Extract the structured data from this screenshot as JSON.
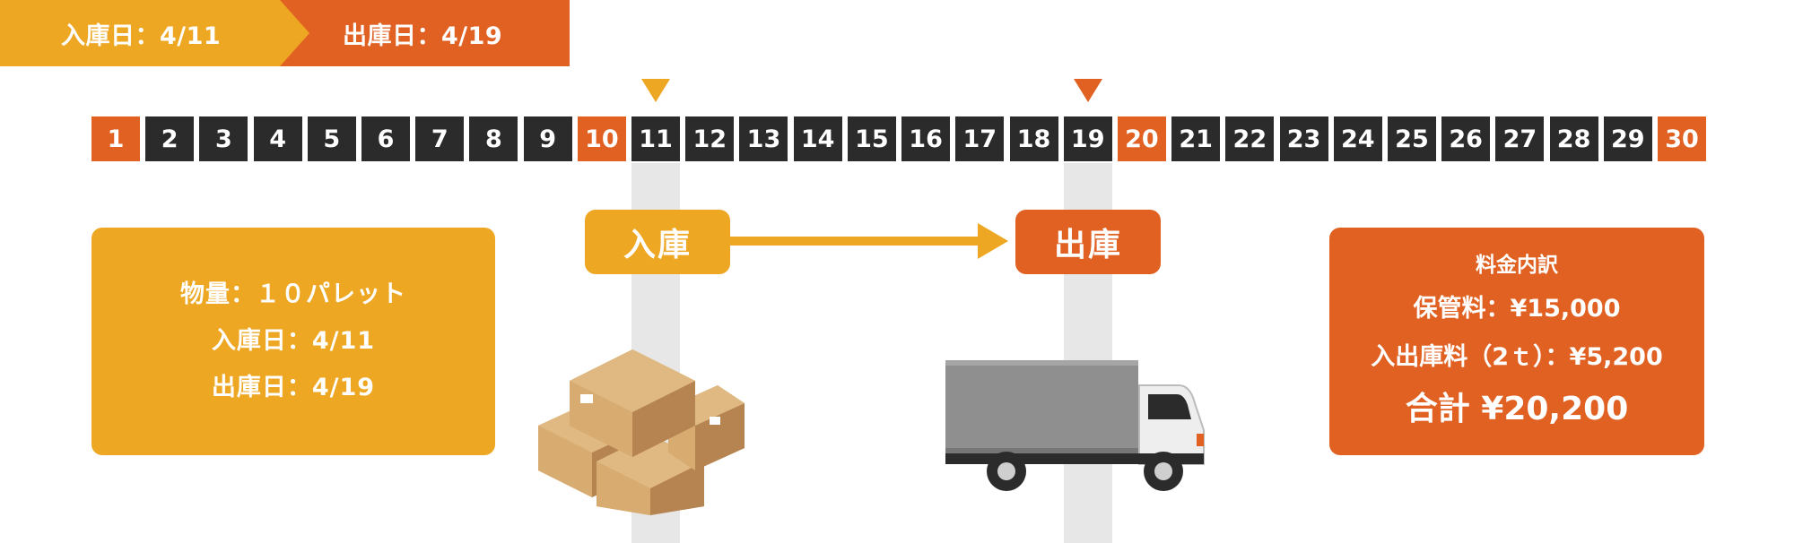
{
  "header": {
    "inbound_label": "入庫日：4/11",
    "outbound_label": "出庫日：4/19"
  },
  "calendar": {
    "days": [
      "1",
      "2",
      "3",
      "4",
      "5",
      "6",
      "7",
      "8",
      "9",
      "10",
      "11",
      "12",
      "13",
      "14",
      "15",
      "16",
      "17",
      "18",
      "19",
      "20",
      "21",
      "22",
      "23",
      "24",
      "25",
      "26",
      "27",
      "28",
      "29",
      "30"
    ],
    "orange_days": [
      "1",
      "10",
      "20",
      "30"
    ],
    "inbound_day": "11",
    "outbound_day": "19"
  },
  "flow": {
    "inbound": "入庫",
    "outbound": "出庫"
  },
  "summary": {
    "line1": "物量：１０パレット",
    "line2": "入庫日：4/11",
    "line3": "出庫日：4/19"
  },
  "fees": {
    "title": "料金内訳",
    "storage": "保管料：¥15,000",
    "handling": "入出庫料（2ｔ）：¥5,200",
    "total": "合計 ¥20,200"
  },
  "colors": {
    "yellow": "#EEA722",
    "orange": "#E06122",
    "dark": "#2B2B2B",
    "band": "#E7E7E7"
  },
  "icons": {
    "boxes": "cardboard-boxes-illustration",
    "truck": "delivery-truck-illustration"
  }
}
